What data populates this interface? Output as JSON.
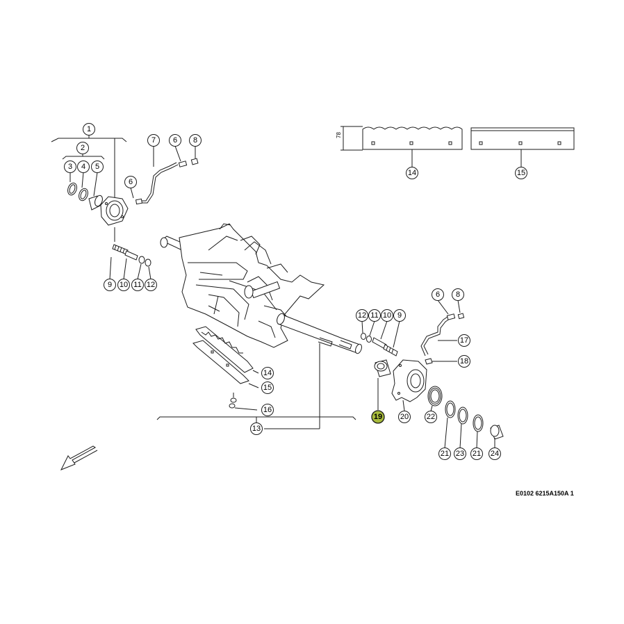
{
  "callouts": [
    {
      "id": "c1",
      "label": "1"
    },
    {
      "id": "c2",
      "label": "2"
    },
    {
      "id": "c3",
      "label": "3"
    },
    {
      "id": "c4",
      "label": "4"
    },
    {
      "id": "c5",
      "label": "5"
    },
    {
      "id": "c6a",
      "label": "6"
    },
    {
      "id": "c6b",
      "label": "6"
    },
    {
      "id": "c6c",
      "label": "6"
    },
    {
      "id": "c7",
      "label": "7"
    },
    {
      "id": "c8a",
      "label": "8"
    },
    {
      "id": "c8b",
      "label": "8"
    },
    {
      "id": "c9a",
      "label": "9"
    },
    {
      "id": "c10a",
      "label": "10"
    },
    {
      "id": "c11a",
      "label": "11"
    },
    {
      "id": "c12a",
      "label": "12"
    },
    {
      "id": "c12b",
      "label": "12"
    },
    {
      "id": "c11b",
      "label": "11"
    },
    {
      "id": "c10b",
      "label": "10"
    },
    {
      "id": "c9b",
      "label": "9"
    },
    {
      "id": "c13",
      "label": "13"
    },
    {
      "id": "c14a",
      "label": "14"
    },
    {
      "id": "c14b",
      "label": "14"
    },
    {
      "id": "c15a",
      "label": "15"
    },
    {
      "id": "c15b",
      "label": "15"
    },
    {
      "id": "c16",
      "label": "16"
    },
    {
      "id": "c17",
      "label": "17"
    },
    {
      "id": "c18",
      "label": "18"
    },
    {
      "id": "c19",
      "label": "19",
      "highlight": true
    },
    {
      "id": "c20",
      "label": "20"
    },
    {
      "id": "c21a",
      "label": "21"
    },
    {
      "id": "c22",
      "label": "22"
    },
    {
      "id": "c23",
      "label": "23"
    },
    {
      "id": "c21b",
      "label": "21"
    },
    {
      "id": "c24",
      "label": "24"
    }
  ],
  "highlight_color": "#a8bb3c",
  "dimension_label": "78",
  "reference_code": "E0102 6215A150A 1"
}
